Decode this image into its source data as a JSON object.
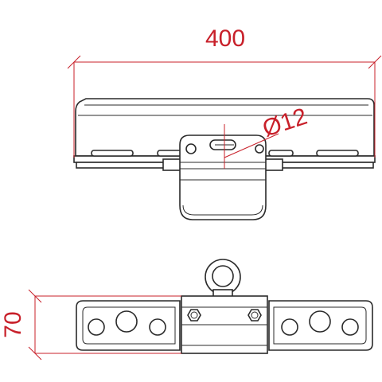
{
  "drawing": {
    "dimension_width": "400",
    "dimension_diameter": "Ø12",
    "dimension_height": "70",
    "colors": {
      "dimension": "#c8202a",
      "outline": "#2a2a2a",
      "background": "#ffffff"
    }
  }
}
